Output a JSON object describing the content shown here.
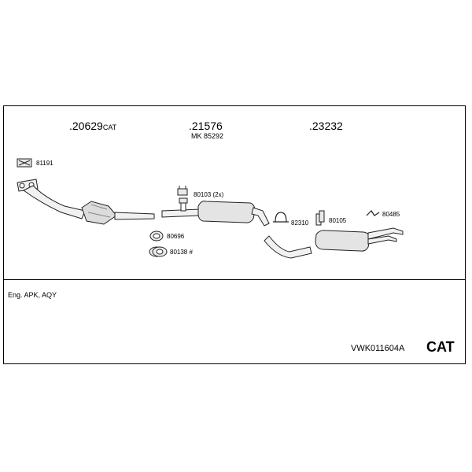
{
  "main_parts": [
    {
      "id": "part-20629",
      "number": ".20629",
      "suffix": "CAT",
      "note": ""
    },
    {
      "id": "part-21576",
      "number": ".21576",
      "suffix": "",
      "note": "MK  85292"
    },
    {
      "id": "part-23232",
      "number": ".23232",
      "suffix": "",
      "note": ""
    }
  ],
  "fitting_labels": {
    "gasket": "81191",
    "clamp_2x": "80103 (2x)",
    "ring_80696": "80696",
    "ring_80138": "80138 #",
    "clamp_82310": "82310",
    "hanger_80105": "80105",
    "bracket_80485": "80485"
  },
  "engine_note": "Eng. APK, AQY",
  "kit_code": "VWK011604A",
  "kit_type": "CAT"
}
